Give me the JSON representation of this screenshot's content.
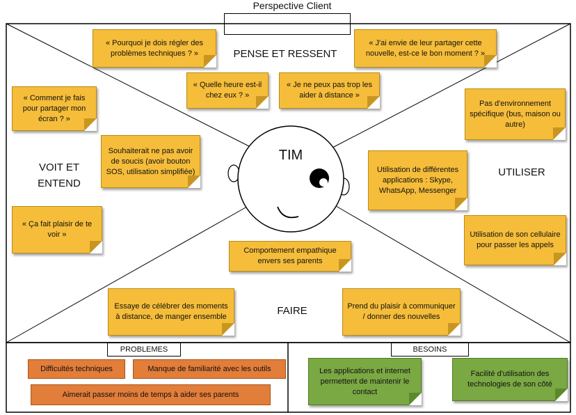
{
  "header": {
    "title": "Perspective Client"
  },
  "quadrants": {
    "top": "PENSE ET RESSENT",
    "left": "VOIT ET\nENTEND",
    "right": "UTILISER",
    "bottom": "FAIRE"
  },
  "persona": {
    "name": "TIM"
  },
  "notes": {
    "pense_1": "« Pourquoi je dois régler des problèmes techniques ? »",
    "pense_2": "« J'ai envie de leur partager cette nouvelle, est-ce le bon moment ? »",
    "pense_3": "« Quelle heure est-il chez eux ? »",
    "pense_4": "« Je ne peux pas trop les aider à distance »",
    "voit_1": "« Comment je fais pour partager mon écran ? »",
    "voit_2": "Souhaiterait ne pas avoir de soucis (avoir bouton SOS, utilisation simplifiée)",
    "voit_3": "« Ça fait plaisir de te voir »",
    "utiliser_1": "Pas d'environnement spécifique (bus, maison ou autre)",
    "utiliser_2": "Utilisation de différentes applications : Skype, WhatsApp, Messenger",
    "utiliser_3": "Utilisation de son cellulaire pour passer les appels",
    "centre_1": "Comportement empathique envers ses parents",
    "faire_1": "Essaye de célébrer des moments à distance, de manger ensemble",
    "faire_2": "Prend du plaisir à communiquer / donner des nouvelles"
  },
  "problems": {
    "label": "PROBLEMES",
    "items": [
      "Difficultés techniques",
      "Manque de familiarité avec les outils",
      "Aimerait passer moins de temps à aider ses parents"
    ]
  },
  "needs": {
    "label": "BESOINS",
    "items": [
      "Les applications et internet permettent de maintenir le contact",
      "Facilité d'utilisation des technologies de son côté"
    ]
  },
  "colors": {
    "sticky": "#f5bd3a",
    "problem": "#e27d3a",
    "need": "#7aa843"
  }
}
